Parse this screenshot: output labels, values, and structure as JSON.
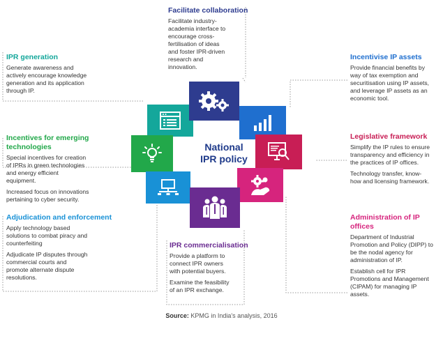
{
  "center": {
    "title": "National\nIPR policy"
  },
  "colors": {
    "navy": "#2e3c8f",
    "blue": "#1f6fcf",
    "teal": "#14a79b",
    "green": "#22a84a",
    "light_blue": "#1991d6",
    "purple": "#6a2c91",
    "pink": "#d6247d",
    "crimson": "#c81e55"
  },
  "sections": {
    "facilitate": {
      "heading": "Facilitate collaboration",
      "body": [
        "Facilitate industry-\nacademia interface to\nencourage cross-\nfertilisation of ideas\nand foster IPR-driven\nresearch and\ninnovation."
      ]
    },
    "generation": {
      "heading": "IPR generation",
      "body": [
        "Generate awareness and\nactively encourage knowledge\ngeneration and its application\nthrough IP."
      ]
    },
    "incentivise": {
      "heading": "Incentivise IP assets",
      "body": [
        "Provide financial benefits by\nway of tax exemption and\nsecuritisation using IP assets,\nand leverage IP assets as an\neconomic tool."
      ]
    },
    "emerging": {
      "heading": "Incentives for emerging technologies",
      "body": [
        "Special incentives for creation\nof IPRs in green technologies\nand energy efficient\nequipment.",
        "Increased focus on innovations\npertaining to cyber security."
      ]
    },
    "legislative": {
      "heading": "Legislative framework",
      "body": [
        "Simplify the IP rules to ensure\ntransparency and efficiency in\nthe practices of IP offices.",
        "Technology transfer, know-\nhow and licensing framework."
      ]
    },
    "adjudication": {
      "heading": "Adjudication and enforcement",
      "body": [
        "Apply technology based\nsolutions to combat piracy and\ncounterfeiting",
        "Adjudicate IP disputes through\ncommercial courts and\npromote alternate dispute\nresolutions."
      ]
    },
    "administration": {
      "heading": "Administration of IP offices",
      "body": [
        "Department of Industrial\nPromotion and Policy (DIPP) to\nbe the nodal agency for\nadministration of IP.",
        "Establish cell for IPR\nPromotions and Management\n(CIPAM) for managing IP\nassets."
      ]
    },
    "commercialisation": {
      "heading": "IPR commercialisation",
      "body": [
        "Provide a platform to\nconnect IPR owners\nwith potential buyers.",
        "Examine the feasibility\nof an IPR exchange."
      ]
    }
  },
  "source": {
    "label": "Source:",
    "text": "KPMG in India's analysis, 2016"
  },
  "icons": [
    "gears-icon",
    "bar-chart-icon",
    "monitor-search-icon",
    "handshake-gear-icon",
    "people-group-icon",
    "network-computer-icon",
    "lightbulb-icon",
    "browser-window-icon"
  ]
}
